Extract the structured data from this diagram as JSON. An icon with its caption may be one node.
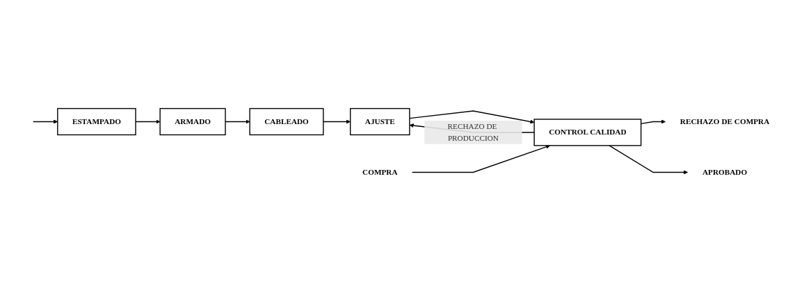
{
  "diagram": {
    "nodes": [
      {
        "text": [
          "ESTAMPADO"
        ]
      },
      {
        "text": [
          "ARMADO"
        ]
      },
      {
        "text": [
          "CABLEADO"
        ]
      },
      {
        "text": [
          "AJUSTE"
        ]
      },
      {
        "text": [
          "CONTROL CALIDAD"
        ]
      },
      {
        "text": [
          "COMPRA"
        ]
      },
      {
        "text": [
          "RECHAZO DE COMPRA"
        ]
      },
      {
        "text": [
          "APROBADO"
        ]
      }
    ],
    "edges": [
      {
        "from": null,
        "to": 0,
        "arrow": "to"
      },
      {
        "from": 0,
        "to": 1,
        "arrow": "to"
      },
      {
        "from": 1,
        "to": 2,
        "arrow": "to"
      },
      {
        "from": 2,
        "to": 3,
        "arrow": "to"
      },
      {
        "from": 3,
        "to": 4,
        "arrow": "to"
      },
      {
        "from": 5,
        "to": 4,
        "arrow": "to"
      },
      {
        "from": 4,
        "to": 6,
        "arrow": "to"
      },
      {
        "from": 4,
        "to": 7,
        "arrow": "to"
      },
      {
        "from": 4,
        "to": 3,
        "arrow": "to",
        "label": "RECHAZO DE PRODUCCION"
      }
    ]
  }
}
